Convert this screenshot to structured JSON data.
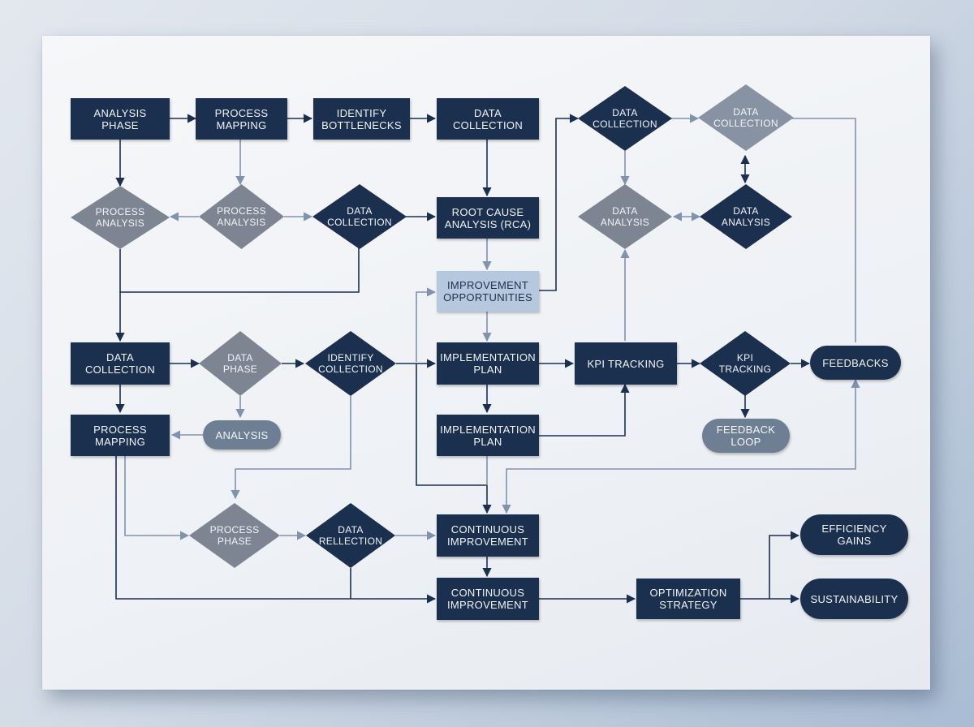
{
  "nodes": {
    "analysis_phase": "ANALYSIS\nPHASE",
    "process_mapping_top": "PROCESS\nMAPPING",
    "identify_bottlenecks": "IDENTIFY\nBOTTLENECKS",
    "data_collection_top": "DATA\nCOLLECTION",
    "data_collection_diamond_1": "DATA\nCOLLECTION",
    "data_collection_diamond_2": "DATA\nCOLLECTION",
    "process_analysis_1": "PROCESS\nANALYSIS",
    "process_analysis_2": "PROCESS\nANALYSIS",
    "data_collection_diamond_mid": "DATA\nCOLLECTION",
    "root_cause_analysis": "ROOT CAUSE\nANALYSIS (RCA)",
    "data_analysis_1": "DATA\nANALYSIS",
    "data_analysis_2": "DATA\nANALYSIS",
    "improvement_opportunities": "IMPROVEMENT\nOPPORTUNITIES",
    "data_collection_left": "DATA\nCOLLECTION",
    "data_phase": "DATA\nPHASE",
    "identify_collection": "IDENTIFY\nCOLLECTION",
    "implementation_plan_1": "IMPLEMENTATION\nPLAN",
    "kpi_tracking_rect": "KPI TRACKING",
    "kpi_tracking_diamond": "KPI\nTRACKING",
    "feedbacks": "FEEDBACKS",
    "process_mapping_left": "PROCESS\nMAPPING",
    "analysis_pill": "ANALYSIS",
    "implementation_plan_2": "IMPLEMENTATION\nPLAN",
    "feedback_loop": "FEEDBACK\nLOOP",
    "process_phase": "PROCESS\nPHASE",
    "data_rellection": "DATA\nRELLECTION",
    "continuous_improvement_1": "CONTINUOUS\nIMPROVEMENT",
    "continuous_improvement_2": "CONTINUOUS\nIMPROVEMENT",
    "optimization_strategy": "OPTIMIZATION\nSTRATEGY",
    "efficiency_gains": "EFFICIENCY\nGAINS",
    "sustainability": "SUSTAINABILITY"
  },
  "colors": {
    "navy": "#1b2f4f",
    "grey_diamond": "#7d8593",
    "light_box": "#b5c8de",
    "connector": "#1b2f4f",
    "connector_light": "#7f93ad"
  }
}
